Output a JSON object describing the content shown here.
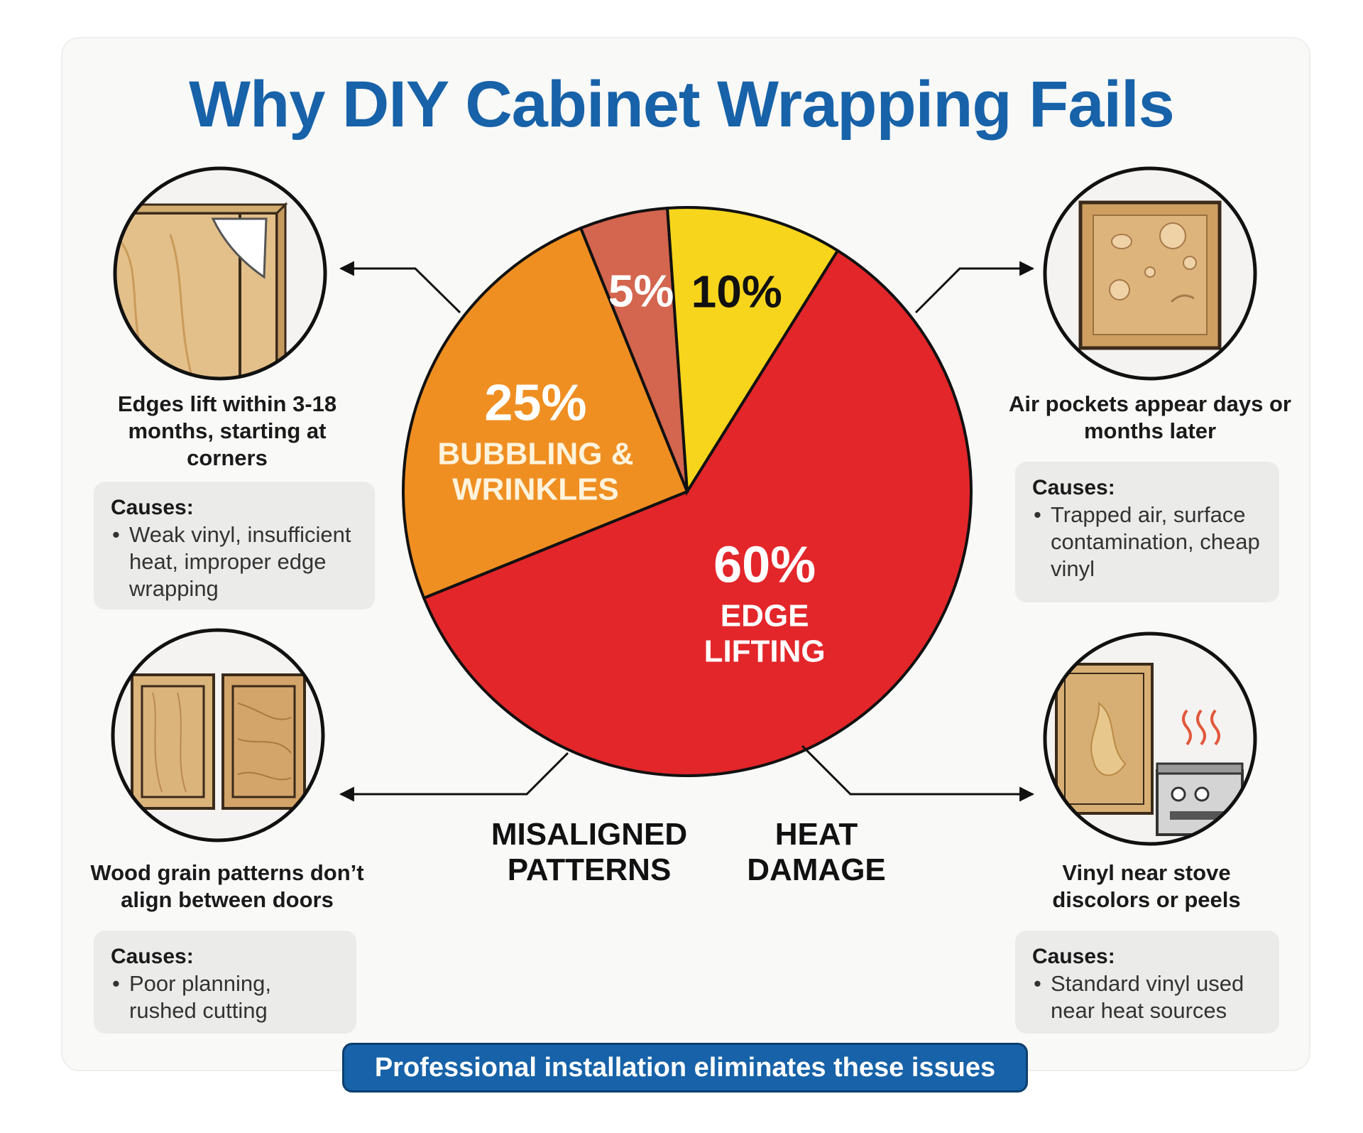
{
  "title": "Why DIY Cabinet Wrapping Fails",
  "chart_data": {
    "type": "pie",
    "slices": [
      {
        "value": 60,
        "pct_label": "60%",
        "label": "EDGE LIFTING",
        "lines": [
          "EDGE",
          "LIFTING"
        ],
        "color": "#e3262a"
      },
      {
        "value": 25,
        "pct_label": "25%",
        "label": "BUBBLING & WRINKLES",
        "lines": [
          "BUBBLING &",
          "WRINKLES"
        ],
        "color": "#ef8f22"
      },
      {
        "value": 5,
        "pct_label": "5%",
        "label": "HEAT DAMAGE",
        "lines": [
          "HEAT",
          "DAMAGE"
        ],
        "color": "#d4654e"
      },
      {
        "value": 10,
        "pct_label": "10%",
        "label": "MISALIGNED PATTERNS",
        "lines": [
          "MISALIGNED",
          "PATTERNS"
        ],
        "color": "#f6d51c"
      }
    ]
  },
  "panels": {
    "edge": {
      "caption": "Edges lift within 3-18 months, starting at corners",
      "causes_title": "Causes:",
      "causes": "Weak vinyl, insufficient heat, improper edge wrapping"
    },
    "bubbling": {
      "caption": "Air pockets appear days or months later",
      "causes_title": "Causes:",
      "causes": "Trapped air, surface contamination, cheap vinyl"
    },
    "misaligned": {
      "caption": "Wood grain patterns don’t align between doors",
      "causes_title": "Causes:",
      "causes": "Poor planning, rushed cutting"
    },
    "heat": {
      "caption": "Vinyl near stove discolors or peels",
      "causes_title": "Causes:",
      "causes": "Standard vinyl used near heat sources"
    }
  },
  "banner": "Professional installation eliminates these issues",
  "icons": {
    "edge": "peeling-corner-icon",
    "bubbling": "bubbled-door-icon",
    "misaligned": "misaligned-doors-icon",
    "heat": "stove-heat-icon"
  }
}
